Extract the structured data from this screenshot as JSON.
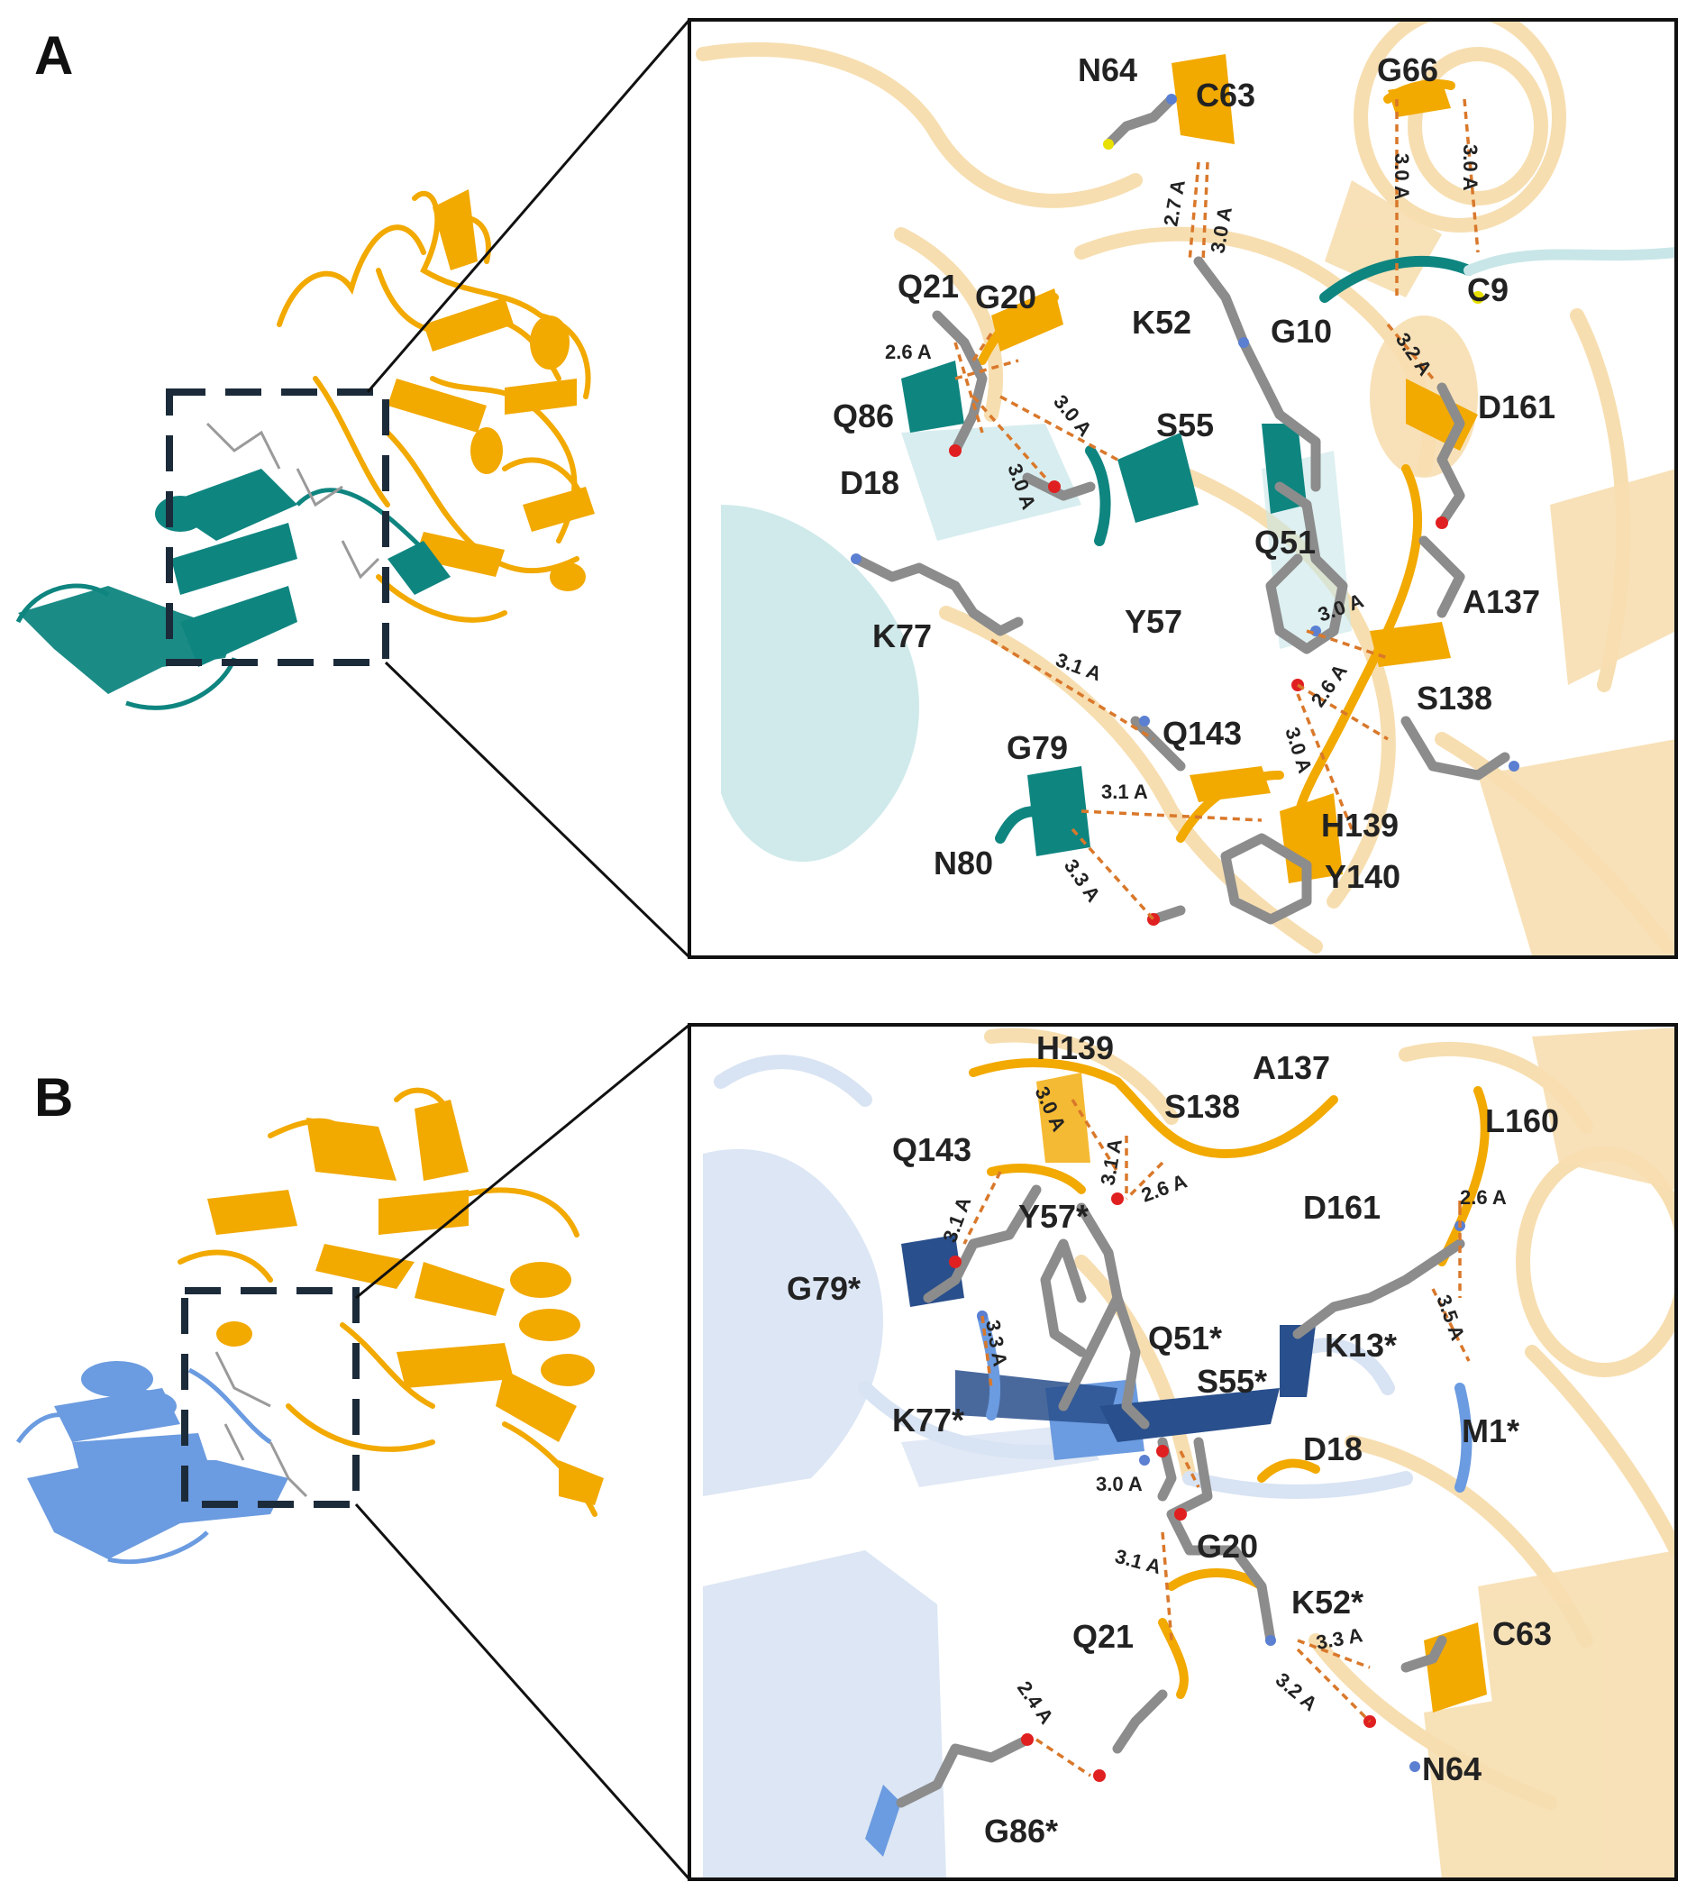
{
  "colors": {
    "protease": "#f2a900",
    "protease_faded": "#f7deb0",
    "partner_a": "#0f8580",
    "partner_a_faded": "#c8e6e8",
    "partner_b": "#6b9be0",
    "partner_b_dark": "#294f8c",
    "partner_b_faded": "#d8e3f3",
    "hbond": "#d9782b",
    "stick": "#8c8c8c",
    "frame": "#111111",
    "box": "#1c2b3a"
  },
  "panels": [
    {
      "letter": "A",
      "residues": [
        "N64",
        "C63",
        "G66",
        "Q21",
        "G20",
        "K52",
        "G10",
        "C9",
        "Q86",
        "S55",
        "D161",
        "D18",
        "Q51",
        "A137",
        "K77",
        "Y57",
        "S138",
        "G79",
        "Q143",
        "H139",
        "N80",
        "Y140"
      ],
      "distances": [
        "2.7 A",
        "3.0 A",
        "3.0 A",
        "3.0 A",
        "2.6 A",
        "3.0 A",
        "3.2 A",
        "3.0 A",
        "3.0 A",
        "3.1 A",
        "2.6 A",
        "3.0 A",
        "3.1 A",
        "3.3 A"
      ]
    },
    {
      "letter": "B",
      "residues": [
        "H139",
        "A137",
        "S138",
        "L160",
        "Q143",
        "D161",
        "Y57*",
        "G79*",
        "Q51*",
        "K13*",
        "S55*",
        "K77*",
        "M1*",
        "D18",
        "G20",
        "K52*",
        "C63",
        "Q21",
        "N64",
        "G86*"
      ],
      "distances": [
        "3.0 A",
        "3.1 A",
        "2.6 A",
        "3.1 A",
        "2.6 A",
        "3.3 A",
        "3.5 A",
        "3.0 A",
        "3.1 A",
        "3.3 A",
        "3.2 A",
        "2.4 A"
      ]
    }
  ]
}
